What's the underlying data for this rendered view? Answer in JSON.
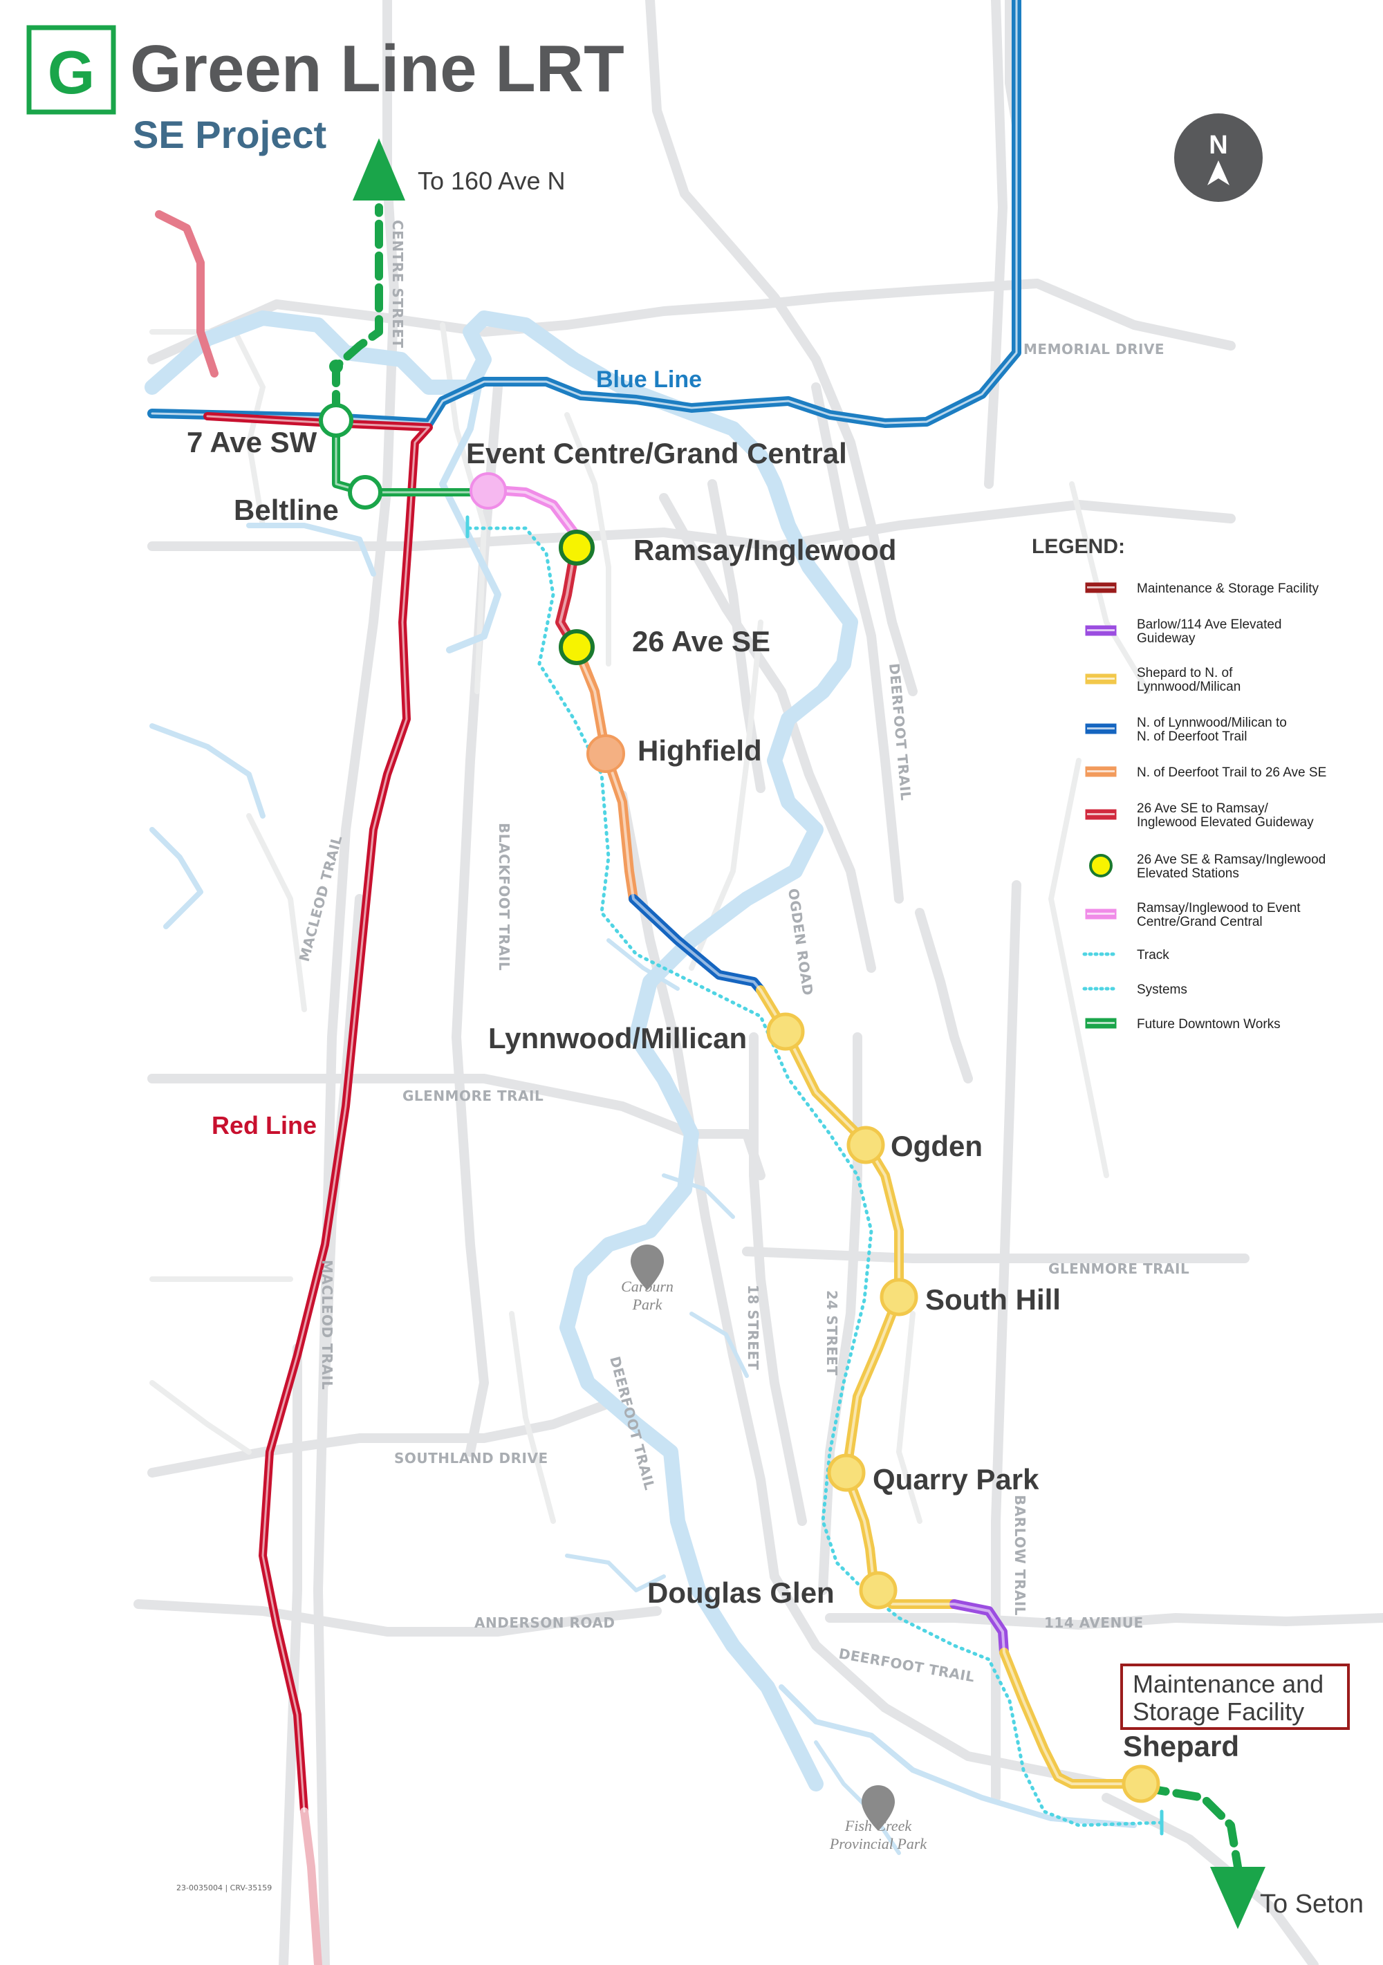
{
  "title": {
    "badge": "G",
    "main": "Green Line LRT",
    "sub": "SE Project"
  },
  "north_arrow": {
    "letter": "N"
  },
  "directions": {
    "north": "To 160 Ave N",
    "south": "To Seton"
  },
  "lines": {
    "blue": "Blue Line",
    "red": "Red Line"
  },
  "stations": [
    {
      "name": "7 Ave SW"
    },
    {
      "name": "Beltline"
    },
    {
      "name": "Event Centre/Grand Central"
    },
    {
      "name": "Ramsay/Inglewood"
    },
    {
      "name": "26 Ave SE"
    },
    {
      "name": "Highfield"
    },
    {
      "name": "Lynnwood/Millican"
    },
    {
      "name": "Ogden"
    },
    {
      "name": "South Hill"
    },
    {
      "name": "Quarry Park"
    },
    {
      "name": "Douglas Glen"
    },
    {
      "name": "Shepard"
    }
  ],
  "roads": {
    "centre_street": "CENTRE STREET",
    "memorial_drive": "MEMORIAL DRIVE",
    "macleod_trail_1": "MACLEOD TRAIL",
    "macleod_trail_2": "MACLEOD TRAIL",
    "blackfoot_trail": "BLACKFOOT TRAIL",
    "deerfoot_trail_1": "DEERFOOT TRAIL",
    "deerfoot_trail_2": "DEERFOOT TRAIL",
    "deerfoot_trail_3": "DEERFOOT TRAIL",
    "ogden_road": "OGDEN ROAD",
    "glenmore_trail_1": "GLENMORE TRAIL",
    "glenmore_trail_2": "GLENMORE TRAIL",
    "street_18": "18 STREET",
    "street_24": "24 STREET",
    "southland_drive": "SOUTHLAND DRIVE",
    "anderson_road": "ANDERSON ROAD",
    "barlow_trail": "BARLOW TRAIL",
    "avenue_114": "114 AVENUE"
  },
  "parks": {
    "carburn_1": "Carburn",
    "carburn_2": "Park",
    "fish_creek_1": "Fish Creek",
    "fish_creek_2": "Provincial Park"
  },
  "facility": {
    "line1": "Maintenance and",
    "line2": "Storage Facility"
  },
  "legend": {
    "title": "LEGEND:",
    "items": [
      {
        "lines": [
          "Maintenance & Storage Facility"
        ],
        "color": "#9b1c1c",
        "kind": "bar"
      },
      {
        "lines": [
          "Barlow/114 Ave Elevated",
          "Guideway"
        ],
        "color": "#9b4de0",
        "kind": "bar"
      },
      {
        "lines": [
          "Shepard to N. of",
          "Lynnwood/Milican"
        ],
        "color": "#f2c84b",
        "kind": "bar"
      },
      {
        "lines": [
          "N. of Lynnwood/Milican to",
          "N. of Deerfoot Trail"
        ],
        "color": "#1565c0",
        "kind": "bar"
      },
      {
        "lines": [
          "N. of Deerfoot Trail to 26 Ave SE"
        ],
        "color": "#f29b5c",
        "kind": "bar"
      },
      {
        "lines": [
          "26 Ave SE to Ramsay/",
          "Inglewood Elevated Guideway"
        ],
        "color": "#d1293d",
        "kind": "bar"
      },
      {
        "lines": [
          "26 Ave SE & Ramsay/Inglewood",
          "Elevated Stations"
        ],
        "color": "#f7f300",
        "kind": "circle"
      },
      {
        "lines": [
          "Ramsay/Inglewood to Event",
          "Centre/Grand Central"
        ],
        "color": "#f08ce8",
        "kind": "bar"
      },
      {
        "lines": [
          "Track"
        ],
        "color": "#4fd4e3",
        "kind": "dotted"
      },
      {
        "lines": [
          "Systems"
        ],
        "color": "#4fd4e3",
        "kind": "dotted"
      },
      {
        "lines": [
          "Future Downtown Works"
        ],
        "color": "#1aa54a",
        "kind": "bar"
      }
    ]
  },
  "reference_code": "23-0035004 | CRV-35159",
  "colors": {
    "green": "#1aa54a",
    "blue": "#1d7ec2",
    "red": "#c8102e",
    "yellow": "#f2c84b",
    "orange": "#f29b5c",
    "purple": "#9b4de0",
    "pink": "#f08ce8",
    "river": "#c9e3f4",
    "road": "#e2e3e5",
    "track": "#4fd4e3",
    "title_grey": "#58595b",
    "sub_blue": "#3f6b8a"
  }
}
